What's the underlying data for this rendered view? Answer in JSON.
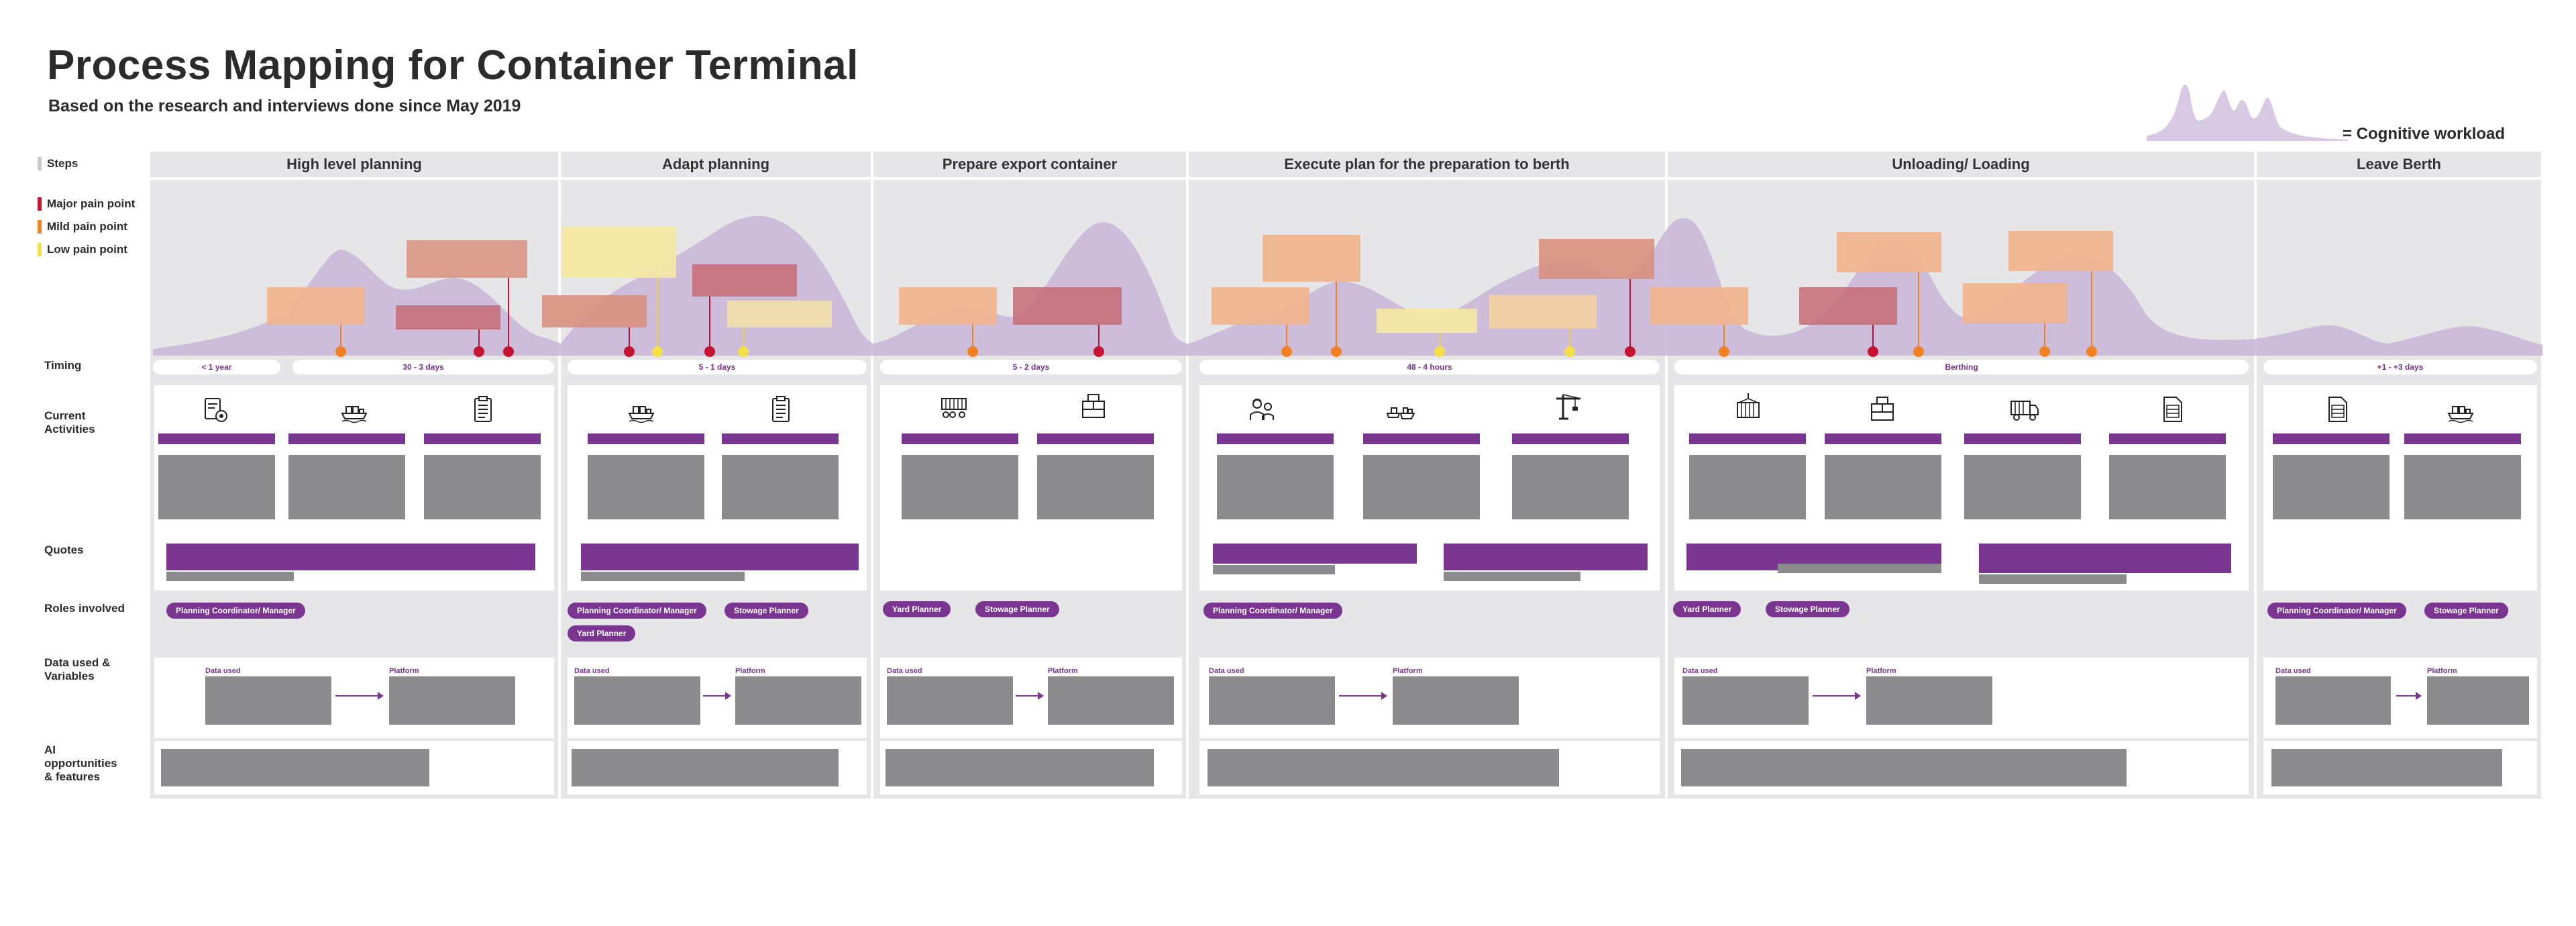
{
  "header": {
    "title": "Process Mapping for Container Terminal",
    "subtitle": "Based on the research and interviews done since May 2019",
    "cognitive_legend": "= Cognitive workload"
  },
  "legend": {
    "steps": "Steps",
    "major": "Major pain point",
    "mild": "Mild pain point",
    "low": "Low pain point"
  },
  "row_labels": {
    "timing": "Timing",
    "activities": "Current Activities",
    "quotes": "Quotes",
    "roles": "Roles involved",
    "data": "Data used & Variables",
    "ai": "AI opportunities & features"
  },
  "colors": {
    "major": "#c41230",
    "mild": "#f08020",
    "low": "#f5e04a",
    "purple": "#7a3590",
    "workload": "#c9b4d8",
    "grey_box": "#8b8b8e",
    "column_bg": "#e6e6e9"
  },
  "data_used_label": "Data used",
  "platform_label": "Platform",
  "phases": [
    {
      "name": "High level planning",
      "timings": [
        "< 1 year",
        "30 - 3 days"
      ],
      "activity_icons": [
        "clipboard-settings-icon",
        "ship-icon",
        "clipboard-icon"
      ],
      "roles": [
        "Planning Coordinator/ Manager"
      ]
    },
    {
      "name": "Adapt planning",
      "timings": [
        "5 - 1 days"
      ],
      "activity_icons": [
        "ship-icon",
        "clipboard-icon"
      ],
      "roles": [
        "Planning Coordinator/ Manager",
        "Stowage Planner",
        "Yard Planner"
      ]
    },
    {
      "name": "Prepare export container",
      "timings": [
        "5 - 2 days"
      ],
      "activity_icons": [
        "truck-chassis-icon",
        "container-stack-icon"
      ],
      "roles": [
        "Yard Planner",
        "Stowage Planner"
      ]
    },
    {
      "name": "Execute plan for the preparation to berth",
      "timings": [
        "48 - 4 hours"
      ],
      "activity_icons": [
        "workers-icon",
        "tug-ship-icon",
        "crane-icon"
      ],
      "roles": [
        "Planning Coordinator/ Manager"
      ]
    },
    {
      "name": "Unloading/ Loading",
      "timings": [
        "Berthing"
      ],
      "activity_icons": [
        "container-hook-icon",
        "container-stack-icon",
        "truck-icon",
        "document-icon"
      ],
      "roles": [
        "Yard Planner",
        "Stowage Planner"
      ]
    },
    {
      "name": "Leave Berth",
      "timings": [
        "+1 - +3 days"
      ],
      "activity_icons": [
        "document-icon",
        "ship-icon"
      ],
      "roles": [
        "Planning Coordinator/ Manager",
        "Stowage Planner"
      ]
    }
  ]
}
